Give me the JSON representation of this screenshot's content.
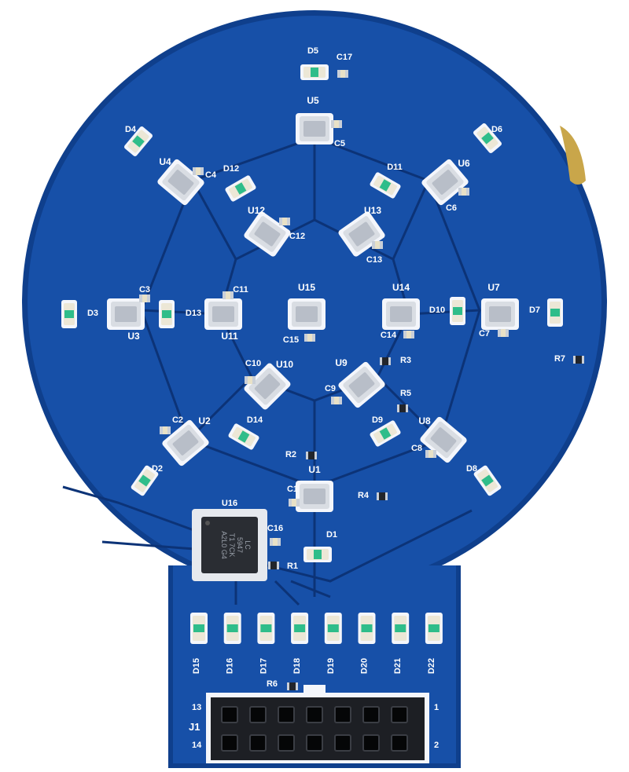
{
  "colors": {
    "background": "#ffffff",
    "pcb": "#1750a8",
    "pcb_dark": "#0f3f8c",
    "trace": "#0c3377",
    "silk": "#f4f6fb",
    "pad": "#c9cfd8",
    "led_body": "#ece7d6",
    "led_lens": "#2fbd8a",
    "chip": "#d9dde3",
    "ic_body": "#2a2d33",
    "connector": "#1d1f24"
  },
  "leds": [
    {
      "ref": "D1"
    },
    {
      "ref": "D2"
    },
    {
      "ref": "D3"
    },
    {
      "ref": "D4"
    },
    {
      "ref": "D5"
    },
    {
      "ref": "D6"
    },
    {
      "ref": "D7"
    },
    {
      "ref": "D8"
    },
    {
      "ref": "D9"
    },
    {
      "ref": "D10"
    },
    {
      "ref": "D11"
    },
    {
      "ref": "D12"
    },
    {
      "ref": "D13"
    },
    {
      "ref": "D14"
    }
  ],
  "bottom_leds": [
    "D15",
    "D16",
    "D17",
    "D18",
    "D19",
    "D20",
    "D21",
    "D22"
  ],
  "chips": [
    "U1",
    "U2",
    "U3",
    "U4",
    "U5",
    "U6",
    "U7",
    "U8",
    "U9",
    "U10",
    "U11",
    "U12",
    "U13",
    "U14",
    "U15"
  ],
  "caps": [
    "C1",
    "C2",
    "C3",
    "C4",
    "C5",
    "C6",
    "C7",
    "C8",
    "C9",
    "C10",
    "C11",
    "C12",
    "C13",
    "C14",
    "C15",
    "C16",
    "C17"
  ],
  "resistors": [
    "R1",
    "R2",
    "R3",
    "R4",
    "R5",
    "R6",
    "R7"
  ],
  "main_ic": {
    "ref": "U16",
    "marking": [
      "LC",
      "5947",
      "T1 7CK",
      "A2L0 G4"
    ]
  },
  "connector": {
    "ref": "J1",
    "pin_labels": {
      "top_left": "13",
      "bottom_left": "14",
      "top_right": "1",
      "bottom_right": "2"
    }
  }
}
